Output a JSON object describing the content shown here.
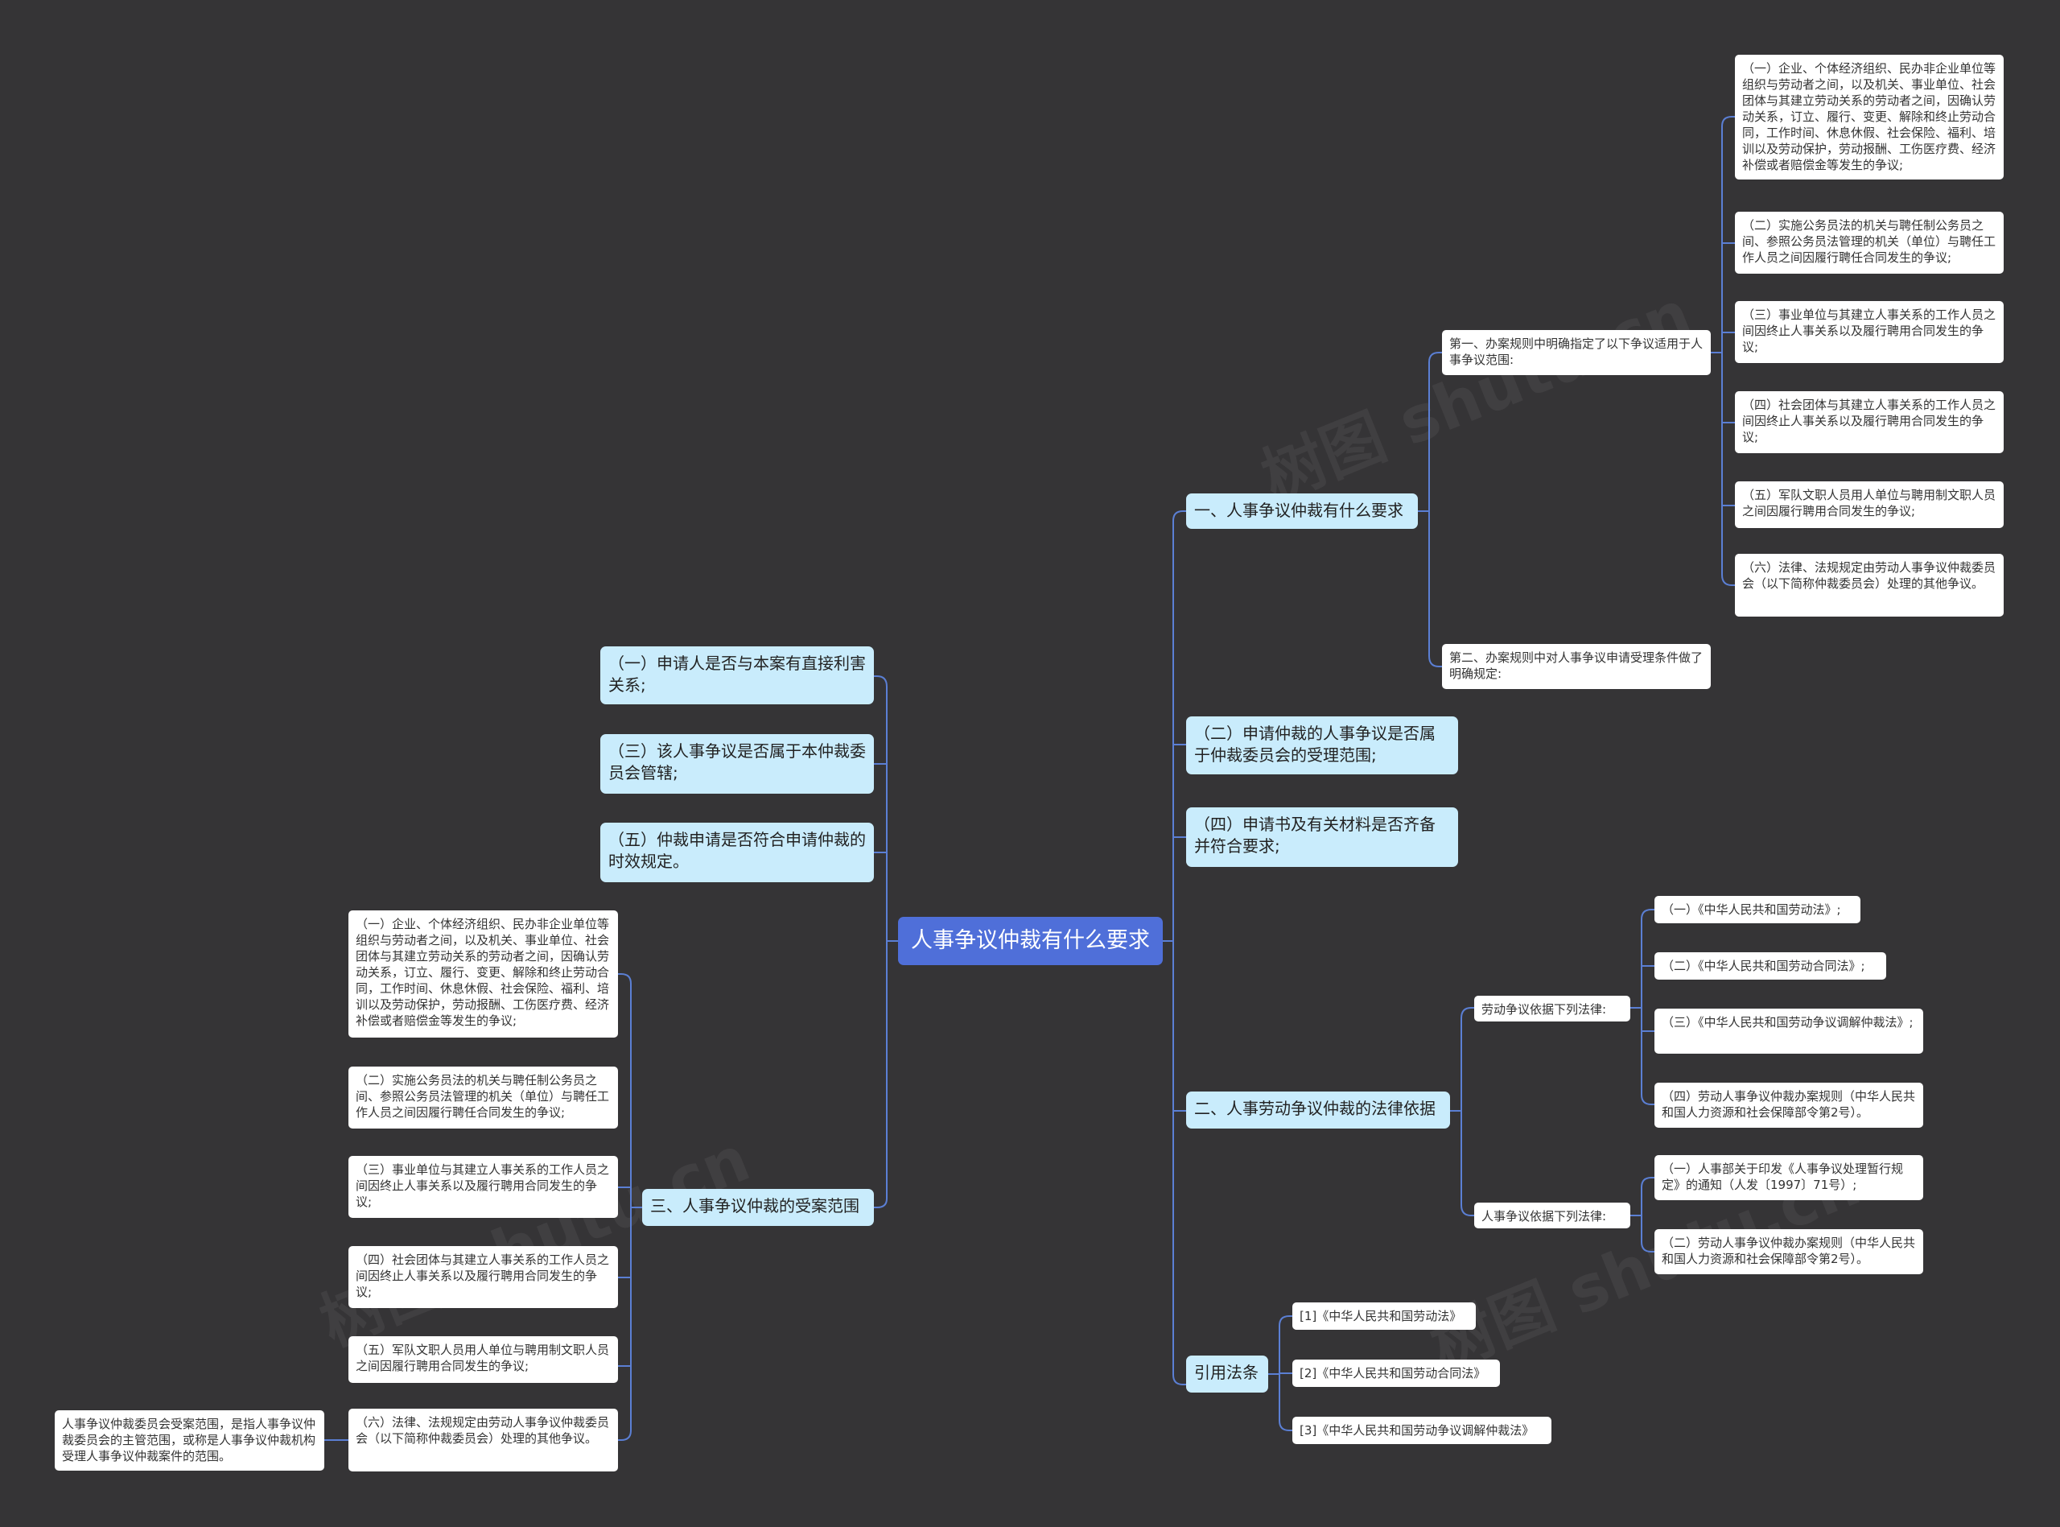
{
  "root": "人事争议仲裁有什么要求",
  "watermark": "树图 shutu.cn",
  "right": {
    "b1": {
      "label": "一、人事争议仲裁有什么要求",
      "rule1": {
        "label": "第一、办案规则中明确指定了以下争议适用于人事争议范围:",
        "items": [
          "（一）企业、个体经济组织、民办非企业单位等组织与劳动者之间，以及机关、事业单位、社会团体与其建立劳动关系的劳动者之间，因确认劳动关系，订立、履行、变更、解除和终止劳动合同，工作时间、休息休假、社会保险、福利、培训以及劳动保护，劳动报酬、工伤医疗费、经济补偿或者赔偿金等发生的争议;",
          "（二）实施公务员法的机关与聘任制公务员之间、参照公务员法管理的机关（单位）与聘任工作人员之间因履行聘任合同发生的争议;",
          "（三）事业单位与其建立人事关系的工作人员之间因终止人事关系以及履行聘用合同发生的争议;",
          "（四）社会团体与其建立人事关系的工作人员之间因终止人事关系以及履行聘用合同发生的争议;",
          "（五）军队文职人员用人单位与聘用制文职人员之间因履行聘用合同发生的争议;",
          "（六）法律、法规规定由劳动人事争议仲裁委员会（以下简称仲裁委员会）处理的其他争议。"
        ]
      },
      "rule2": "第二、办案规则中对人事争议申请受理条件做了明确规定:"
    },
    "b2": "（二）申请仲裁的人事争议是否属于仲裁委员会的受理范围;",
    "b3": "（四）申请书及有关材料是否齐备并符合要求;",
    "b4": {
      "label": "二、人事劳动争议仲裁的法律依据",
      "labor": {
        "label": "劳动争议依据下列法律:",
        "items": [
          "（一）《中华人民共和国劳动法》;",
          "（二）《中华人民共和国劳动合同法》;",
          "（三）《中华人民共和国劳动争议调解仲裁法》;",
          "（四）劳动人事争议仲裁办案规则（中华人民共和国人力资源和社会保障部令第2号）。"
        ]
      },
      "personnel": {
        "label": "人事争议依据下列法律:",
        "items": [
          "（一）人事部关于印发《人事争议处理暂行规定》的通知（人发〔1997〕71号）;",
          "（二）劳动人事争议仲裁办案规则（中华人民共和国人力资源和社会保障部令第2号）。"
        ]
      }
    },
    "b5": {
      "label": "引用法条",
      "items": [
        "[1]《中华人民共和国劳动法》",
        "[2]《中华人民共和国劳动合同法》",
        "[3]《中华人民共和国劳动争议调解仲裁法》"
      ]
    }
  },
  "left": {
    "a1": "（一）申请人是否与本案有直接利害关系;",
    "a2": "（三）该人事争议是否属于本仲裁委员会管辖;",
    "a3": "（五）仲裁申请是否符合申请仲裁的时效规定。",
    "a4": {
      "label": "三、人事争议仲裁的受案范围",
      "items": [
        "（一）企业、个体经济组织、民办非企业单位等组织与劳动者之间，以及机关、事业单位、社会团体与其建立劳动关系的劳动者之间，因确认劳动关系，订立、履行、变更、解除和终止劳动合同，工作时间、休息休假、社会保险、福利、培训以及劳动保护，劳动报酬、工伤医疗费、经济补偿或者赔偿金等发生的争议;",
        "（二）实施公务员法的机关与聘任制公务员之间、参照公务员法管理的机关（单位）与聘任工作人员之间因履行聘任合同发生的争议;",
        "（三）事业单位与其建立人事关系的工作人员之间因终止人事关系以及履行聘用合同发生的争议;",
        "（四）社会团体与其建立人事关系的工作人员之间因终止人事关系以及履行聘用合同发生的争议;",
        "（五）军队文职人员用人单位与聘用制文职人员之间因履行聘用合同发生的争议;",
        "（六）法律、法规规定由劳动人事争议仲裁委员会（以下简称仲裁委员会）处理的其他争议。"
      ],
      "note": "人事争议仲裁委员会受案范围，是指人事争议仲裁委员会的主管范围，或称是人事争议仲裁机构受理人事争议仲裁案件的范围。"
    }
  },
  "colors": {
    "background": "#353436",
    "root": "#4f6fd9",
    "level1": "#c9ecfc",
    "leaf": "#ffffff",
    "link": "#5b7fd4"
  }
}
